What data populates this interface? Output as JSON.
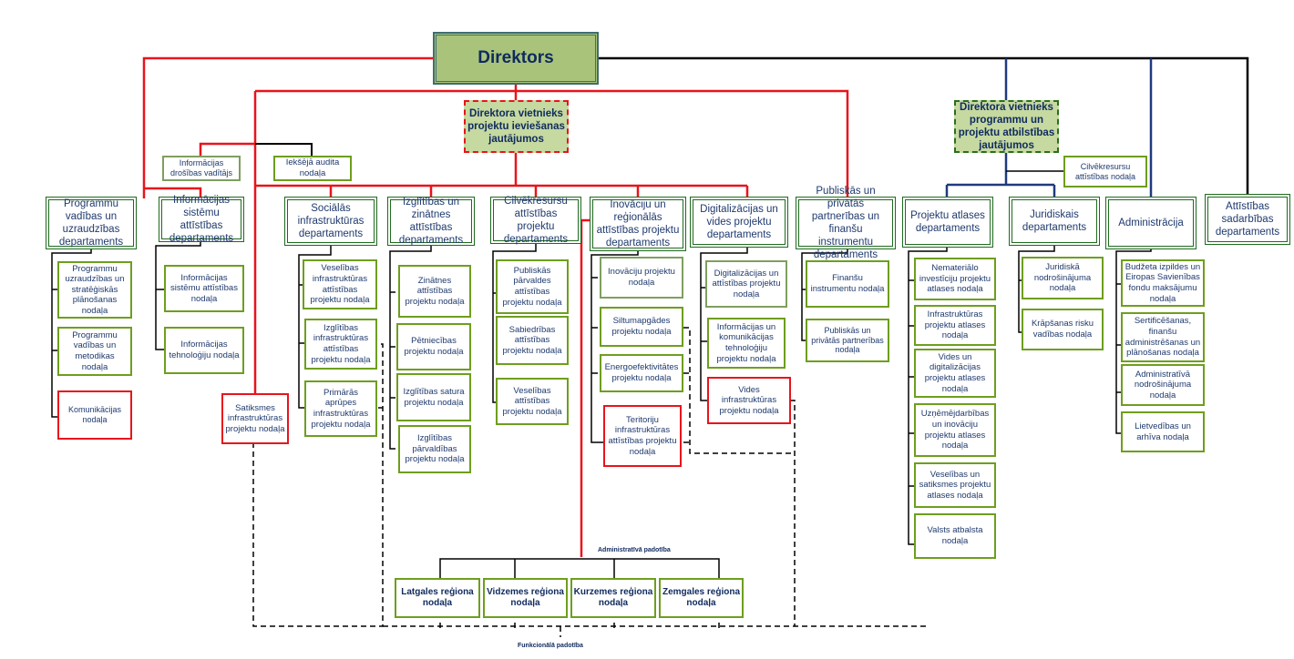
{
  "title": "Organizational structure",
  "colors": {
    "administrative_line": "#e8141c",
    "deputy2_line": "#1e3a7e",
    "director_line": "#000000",
    "department_border": "#1e6a1e",
    "unit_border": "#6e9e1e",
    "highlight_border": "#e8141c",
    "director_fill": "#a9c47a",
    "deputy_fill": "#c5d9a0"
  },
  "director": "Direktors",
  "deputy_implementation": "Direktora vietnieks projektu ieviešanas jautājumos",
  "deputy_compliance": "Direktora vietnieks programmu un projektu atbilstības jautājumos",
  "standalone": {
    "info_security": "Informācijas drošības vadītājs",
    "internal_audit": "Iekšējā audita nodaļa",
    "hr_development": "Cilvēkresursu attīstības nodaļa",
    "transport_infra": "Satiksmes infrastruktūras projektu nodaļa"
  },
  "departments": [
    {
      "name": "Programmu vadības un uzraudzības departaments",
      "units": [
        "Programmu uzraudzības un stratēģiskās plānošanas nodaļa",
        "Programmu vadības un metodikas nodaļa",
        "Komunikācijas nodaļa"
      ]
    },
    {
      "name": "Informācijas sistēmu attīstības departaments",
      "units": [
        "Informācijas sistēmu attīstības nodaļa",
        "Informācijas tehnoloģiju nodaļa"
      ]
    },
    {
      "name": "Sociālās infrastruktūras departaments",
      "units": [
        "Veselības infrastruktūras attīstības projektu nodaļa",
        "Izglītības infrastruktūras attīstības projektu nodaļa",
        "Primārās aprūpes infrastruktūras projektu nodaļa"
      ]
    },
    {
      "name": "Izglītības un zinātnes attīstības departaments",
      "units": [
        "Zinātnes attīstības projektu nodaļa",
        "Pētniecības projektu nodaļa",
        "Izglītības satura projektu nodaļa",
        "Izglītības pārvaldības projektu nodaļa"
      ]
    },
    {
      "name": "Cilvēkresursu attīstības projektu departaments",
      "units": [
        "Publiskās pārvaldes attīstības projektu nodaļa",
        "Sabiedrības attīstības projektu nodaļa",
        "Veselības attīstības projektu nodaļa"
      ]
    },
    {
      "name": "Inovāciju un reģionālās attīstības projektu departaments",
      "units": [
        "Inovāciju projektu nodaļa",
        "Siltumapgādes projektu nodaļa",
        "Energoefektivitātes projektu nodaļa",
        "Teritoriju infrastruktūras attīstības projektu nodaļa"
      ]
    },
    {
      "name": "Digitalizācijas un vides projektu departaments",
      "units": [
        "Digitalizācijas un attīstības projektu nodaļa",
        "Informācijas un komunikācijas tehnoloģiju projektu nodaļa",
        "Vides infrastruktūras projektu nodaļa"
      ]
    },
    {
      "name": "Publiskās un privātās partnerības un finanšu instrumentu departaments",
      "units": [
        "Finanšu instrumentu nodaļa",
        "Publiskās un privātās partnerības nodaļa"
      ]
    },
    {
      "name": "Projektu atlases departaments",
      "units": [
        "Nemateriālo investīciju projektu atlases nodaļa",
        "Infrastruktūras projektu atlases nodaļa",
        "Vides un digitalizācijas projektu atlases nodaļa",
        "Uzņēmējdarbības un inovāciju projektu atlases nodaļa",
        "Veselības un satiksmes projektu atlases nodaļa",
        "Valsts atbalsta nodaļa"
      ]
    },
    {
      "name": "Juridiskais departaments",
      "units": [
        "Juridiskā nodrošinājuma nodaļa",
        "Krāpšanas risku vadības nodaļa"
      ]
    },
    {
      "name": "Administrācija",
      "units": [
        "Budžeta izpildes un Eiropas Savienības fondu maksājumu nodaļa",
        "Sertificēšanas, finanšu administrēšanas un plānošanas nodaļa",
        "Administratīvā nodrošinājuma nodaļa",
        "Lietvedības un arhīva nodaļa"
      ]
    },
    {
      "name": "Attīstības sadarbības departaments",
      "units": []
    }
  ],
  "regions": [
    "Latgales reģiona nodaļa",
    "Vidzemes reģiona nodaļa",
    "Kurzemes reģiona nodaļa",
    "Zemgales reģiona nodaļa"
  ],
  "legend": {
    "administrative": "Administratīvā padotība",
    "functional": "Funkcionālā padotība"
  }
}
